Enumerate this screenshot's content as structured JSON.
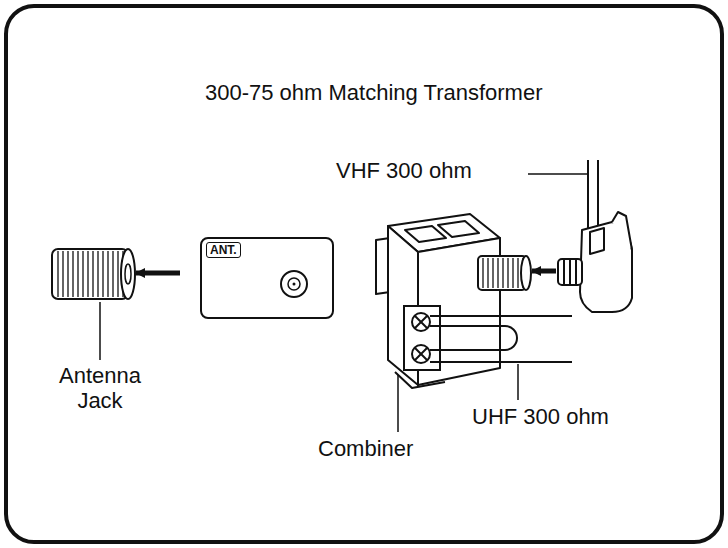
{
  "diagram": {
    "title": "300-75 ohm Matching Transformer",
    "nodes": [
      {
        "text": [
          "ANT."
        ]
      }
    ],
    "labels": [
      "VHF 300 ohm",
      "Antenna Jack",
      "Combiner",
      "UHF 300 ohm"
    ]
  }
}
